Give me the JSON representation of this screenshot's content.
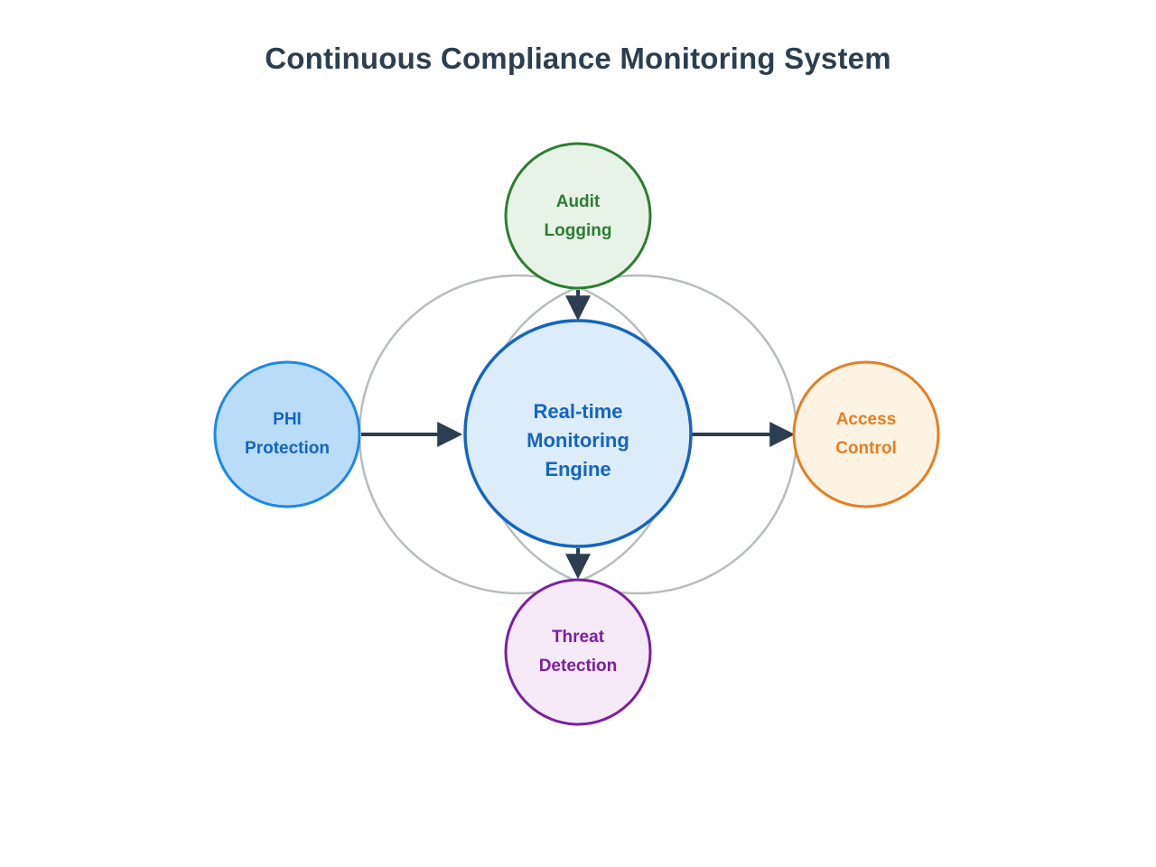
{
  "title": "Continuous Compliance Monitoring System",
  "title_color": "#2c3e50",
  "diagram": {
    "connector_color": "#2c3e50",
    "background_ring_color": "#b8bcbe",
    "center_node": {
      "id": "realtime-monitoring-engine",
      "label": "Real-time\nMonitoring\nEngine",
      "fill": "#dcecf9",
      "border": "#1565c0",
      "text_color": "#1565c0"
    },
    "nodes": [
      {
        "id": "audit-logging",
        "position": "top",
        "label": "Audit\nLogging",
        "fill": "#e7f3e7",
        "border": "#2e7d32",
        "text_color": "#2e7d32"
      },
      {
        "id": "phi-protection",
        "position": "left",
        "label": "PHI\nProtection",
        "fill": "#b9dcf8",
        "border": "#1e88e5",
        "text_color": "#1565c0"
      },
      {
        "id": "access-control",
        "position": "right",
        "label": "Access\nControl",
        "fill": "#fdf3e2",
        "border": "#e67e22",
        "text_color": "#e67e22"
      },
      {
        "id": "threat-detection",
        "position": "bottom",
        "label": "Threat\nDetection",
        "fill": "#f6e9f8",
        "border": "#7b1fa2",
        "text_color": "#7b1fa2"
      }
    ],
    "flows": [
      {
        "from": "audit-logging",
        "to": "realtime-monitoring-engine"
      },
      {
        "from": "phi-protection",
        "to": "realtime-monitoring-engine"
      },
      {
        "from": "realtime-monitoring-engine",
        "to": "access-control"
      },
      {
        "from": "realtime-monitoring-engine",
        "to": "threat-detection"
      }
    ]
  }
}
